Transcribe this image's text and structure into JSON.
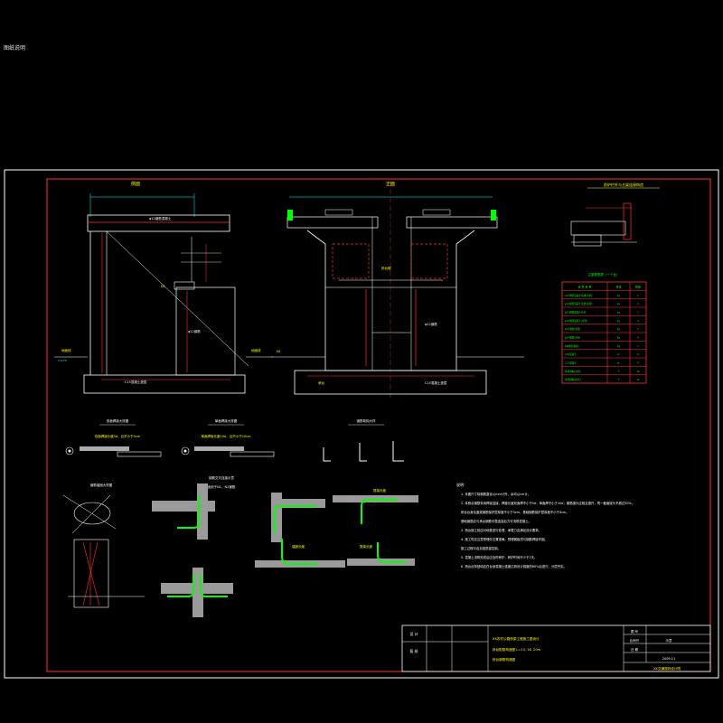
{
  "corner_label": "图纸说明",
  "view_titles": {
    "side_elevation": "侧面",
    "front_elevation": "正面",
    "detail": "防护栏杆与主梁连接构造",
    "table_title": "主梁配筋表（一个台）"
  },
  "labels": {
    "beam_top": "φ12钢筋混凝土",
    "rebar_n": "N1",
    "rebar_bar": "φ12钢筋",
    "ground": "地面线",
    "slope": "1:0.75",
    "base": "C15混凝土垫层",
    "abut": "承台",
    "cap_width": "桥台帽"
  },
  "detail_titles": {
    "weld_a": "双面焊接大样图",
    "weld_b": "单面焊接大样图",
    "bend": "钢筋弯钩大样",
    "hook": "钢筋锚固大样图",
    "weld_note_a": "双面焊接长度5d，且不小于5cm",
    "weld_note_b": "单面焊接长度10d，且不小于10cm",
    "cross_title": "钢筋交叉连接示意",
    "cross_sub": "适用于N1、N2钢筋",
    "anchor": "锚固长度",
    "lap": "搭接长度"
  },
  "table": {
    "headers": [
      "编 号 名 称",
      "单位",
      "数量"
    ],
    "rows": [
      [
        "φ12钢筋混凝土基础(主梁)",
        "kg",
        "1"
      ],
      [
        "φ12钢筋混凝土盖梁(主梁)",
        "kg",
        "2"
      ],
      [
        "φ12钢筋混凝土台身",
        "kg",
        "3"
      ],
      [
        "φ12钢筋混凝土(桥台)",
        "kg",
        "4"
      ],
      [
        "φ12钢筋(盖梁)",
        "kg",
        "5"
      ],
      [
        "φ10钢筋(台身)",
        "kg",
        "6"
      ],
      [
        "φ8钢筋(箍筋)",
        "kg",
        "7"
      ],
      [
        "C30混凝土",
        "m³",
        "8"
      ],
      [
        "C15混凝土",
        "m³",
        "9"
      ],
      [
        "预埋钢板(主梁)",
        "个",
        "10"
      ],
      [
        "预埋钢板(桥台)",
        "个",
        "11"
      ]
    ]
  },
  "notes": {
    "heading": "说明：",
    "lines": [
      "1. 本图尺寸除钢筋直径以mm计外，余均以cm计。",
      "2. 本桥台钢筋采用焊接连接，焊缝长度双面焊不小于5d，单面焊不小于10d；钢筋接头应相互错开，同一截面接头不超过50%。",
      "   桥台台身及盖梁钢筋保护层厚度不小于3cm，基础钢筋保护层厚度不小于4cm。",
      "   基础钢筋应与承台钢筋可靠连接后方可浇筑混凝土。",
      "3. 桥台施工前应对地基进行处理，承载力应满足设计要求。",
      "4. 施工时应注意预埋件位置准确，预埋钢板须与钢筋焊接牢固。",
      "   施工过程中应加强质量控制。",
      "5. 混凝土浇筑完成后应及时养护，养护时间不少于7天。",
      "6. 桥台台背回填应在台身混凝土强度达到设计强度的80%后进行，分层夯实。"
    ]
  },
  "title_block": {
    "design_label": "设 计",
    "check_label": "复 核",
    "project_line1": "XX农村公路桥梁工程施工图设计",
    "project_line2": "桥台配筋构造图  L=13, 16, 20m",
    "project_line3": "桥台钢筋构造图",
    "drawing_no_label": "图 号",
    "scale_label": "比例尺",
    "date_label": "日 期",
    "drawing_no": "示意",
    "date": "2009.11",
    "company": "XX交通规划设计院"
  },
  "colors": {
    "background": "#000000",
    "frame_white": "#ffffff",
    "frame_red": "#ff0000",
    "dim_cyan": "#00ffff",
    "text_yellow": "#ffff00",
    "rebar_green": "#00ff00",
    "section_gray": "#9a9a9a"
  }
}
